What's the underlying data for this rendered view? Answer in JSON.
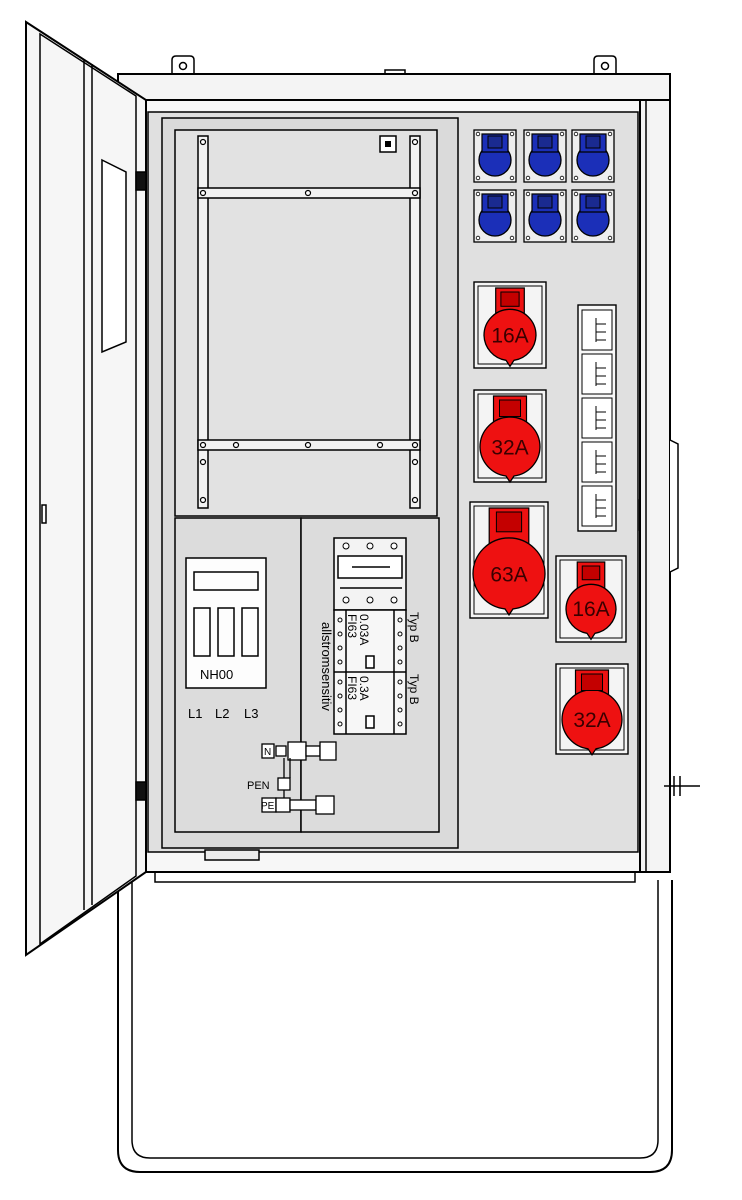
{
  "colors": {
    "outline": "#000000",
    "cabinet_fill": "#f7f7f7",
    "panel_fill": "#dedede",
    "socket_blue": "#1b2fb8",
    "socket_red": "#ee1111",
    "plate_fill": "#f4f4f4"
  },
  "nh_fuse": {
    "label": "NH00",
    "phases": [
      "L1",
      "L2",
      "L3"
    ]
  },
  "rcd": {
    "side_label": "allstromsensitiv",
    "upper": {
      "model": "FI63",
      "rating": "0.03A",
      "type": "Typ B"
    },
    "lower": {
      "model": "FI63",
      "rating": "0.3A",
      "type": "Typ B"
    }
  },
  "terminals": {
    "n": "N",
    "pen": "PEN",
    "pe": "PE"
  },
  "sockets": {
    "cee_16a_top": "16A",
    "cee_32a_top": "32A",
    "cee_63a": "63A",
    "cee_16a_small": "16A",
    "cee_32a_bottom": "32A"
  }
}
